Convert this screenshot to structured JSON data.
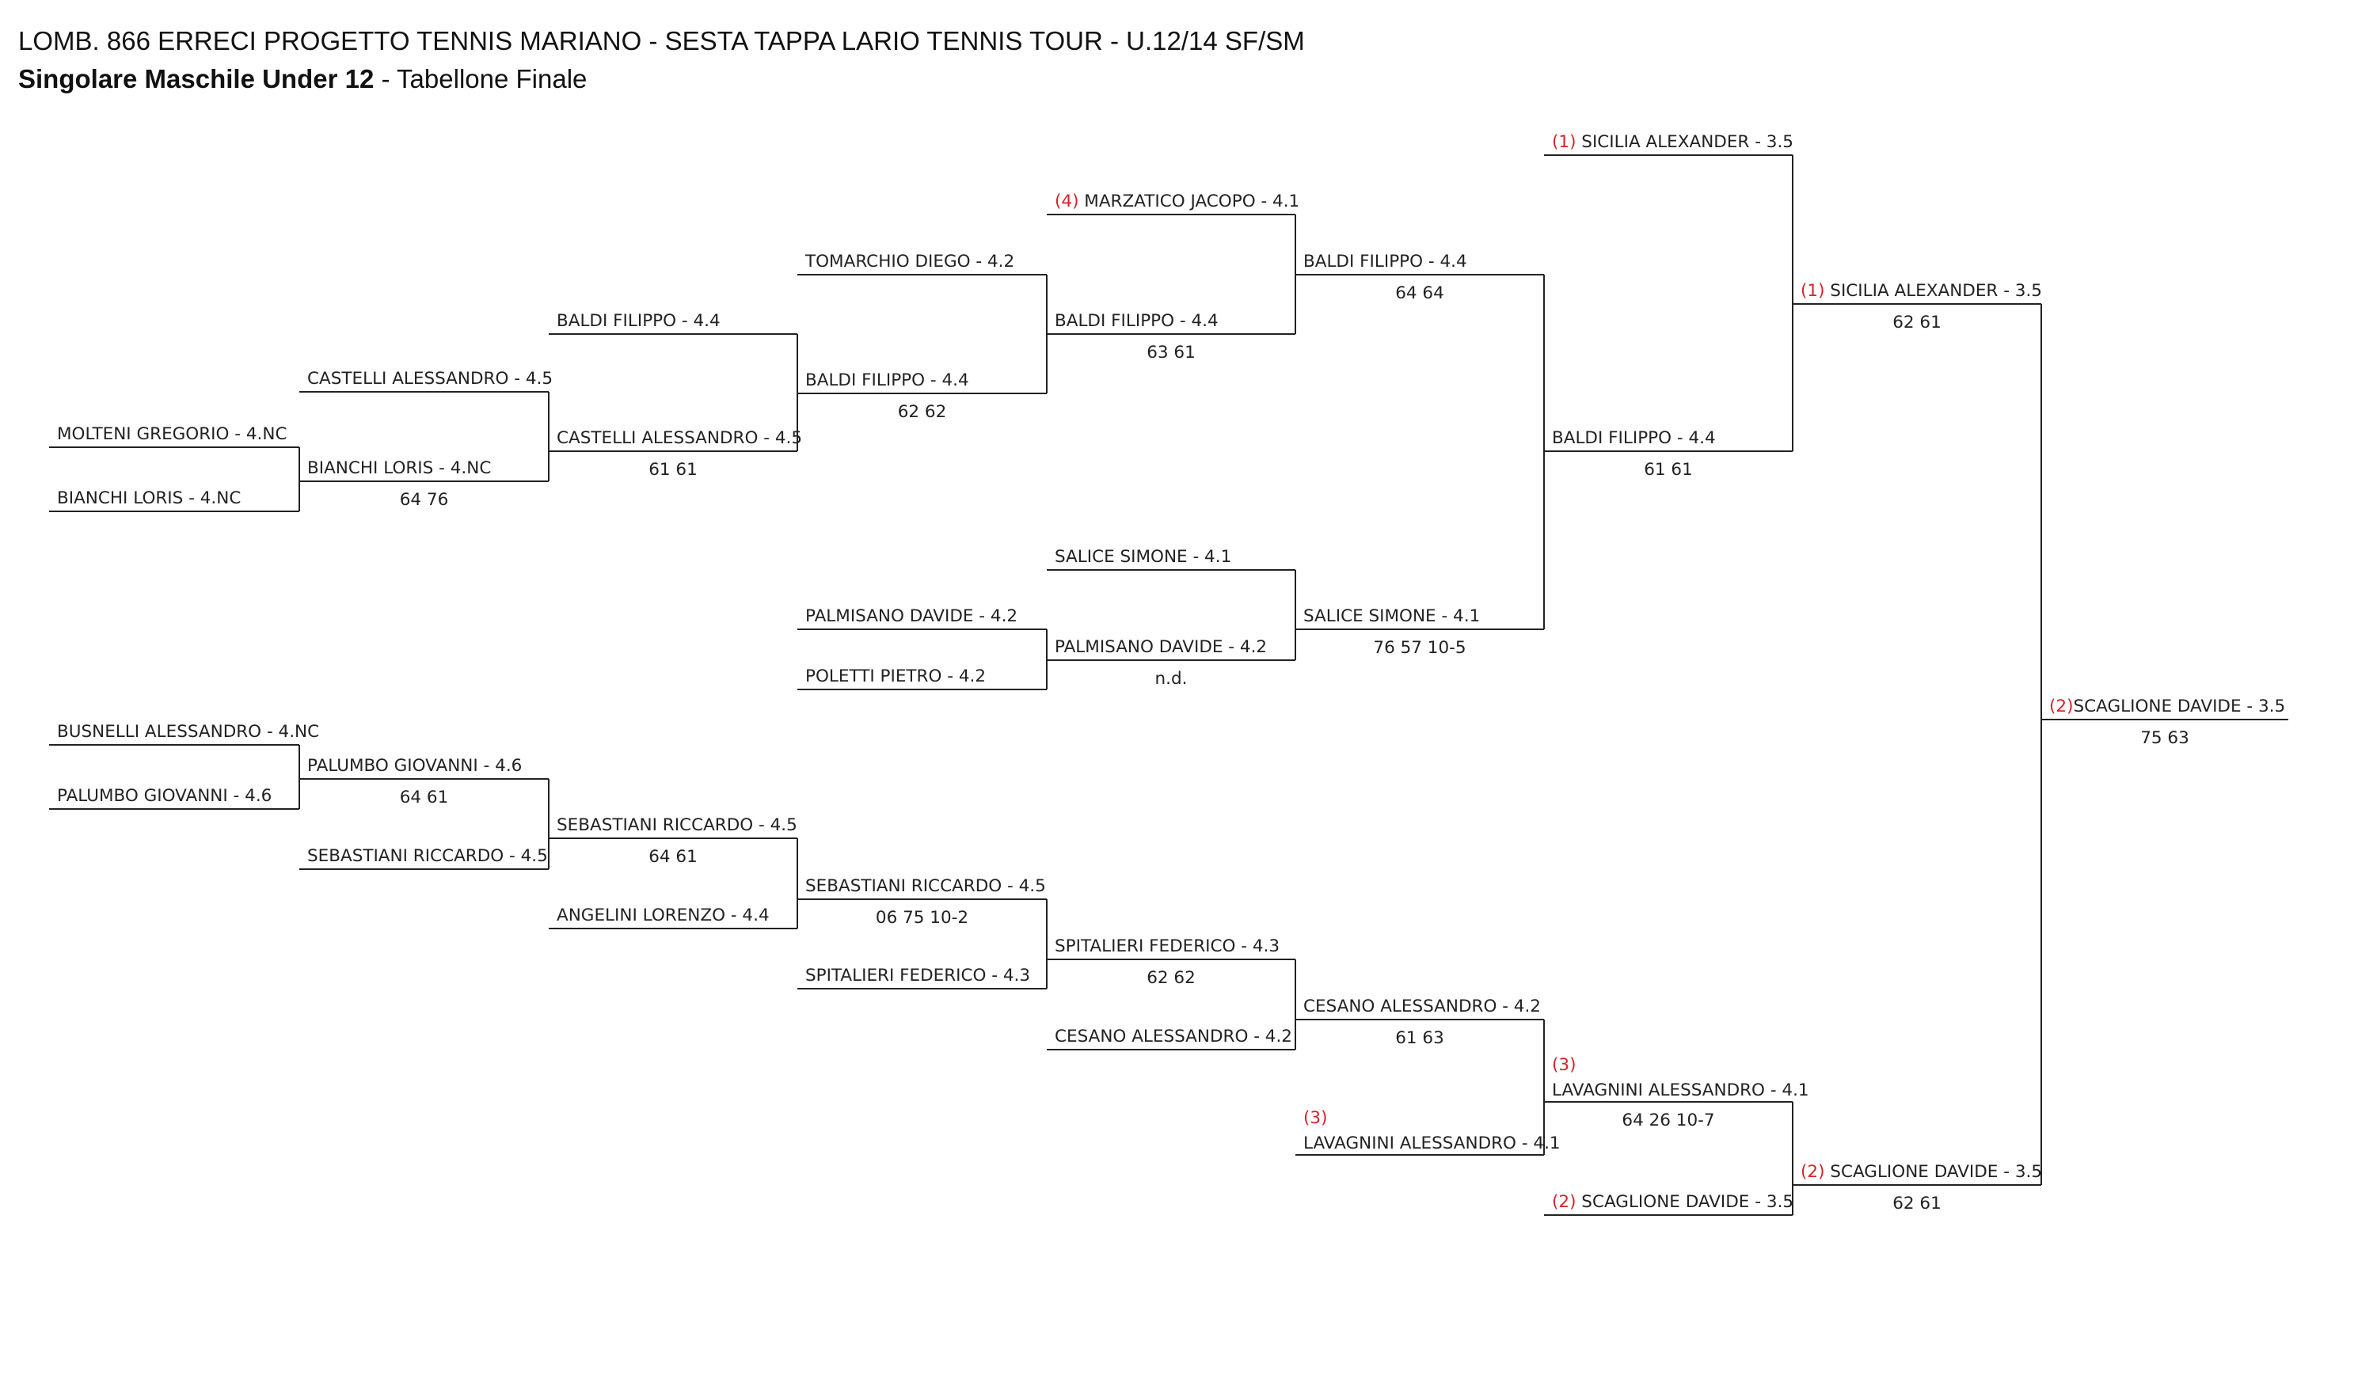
{
  "header": {
    "title": "LOMB. 866 ERRECI PROGETTO TENNIS MARIANO - SESTA TAPPA LARIO TENNIS TOUR - U.12/14 SF/SM",
    "event_bold": "Singolare Maschile Under 12",
    "event_rest": " - Tabellone Finale"
  },
  "colors": {
    "seed": "#d2252b",
    "text": "#222222",
    "line": "#222222"
  },
  "slots": [
    {
      "id": "r7a",
      "name": "MOLTENI GREGORIO - 4.NC"
    },
    {
      "id": "r7b",
      "name": "BIANCHI LORIS - 4.NC"
    },
    {
      "id": "r7c",
      "name": "BUSNELLI ALESSANDRO - 4.NC"
    },
    {
      "id": "r7d",
      "name": "PALUMBO GIOVANNI - 4.6"
    },
    {
      "id": "r6a",
      "name": "CASTELLI ALESSANDRO - 4.5"
    },
    {
      "id": "r6b",
      "name": "BIANCHI LORIS - 4.NC",
      "score": "64 76"
    },
    {
      "id": "r6c",
      "name": "PALUMBO GIOVANNI - 4.6",
      "score": "64 61"
    },
    {
      "id": "r6d",
      "name": "SEBASTIANI RICCARDO - 4.5"
    },
    {
      "id": "r5a",
      "name": "BALDI FILIPPO - 4.4"
    },
    {
      "id": "r5b",
      "name": "CASTELLI ALESSANDRO - 4.5",
      "score": "61 61"
    },
    {
      "id": "r5c",
      "name": "SEBASTIANI RICCARDO - 4.5",
      "score": "64 61"
    },
    {
      "id": "r5d",
      "name": "ANGELINI LORENZO - 4.4"
    },
    {
      "id": "r4a",
      "name": "TOMARCHIO DIEGO - 4.2"
    },
    {
      "id": "r4b",
      "name": "BALDI FILIPPO - 4.4",
      "score": "62 62"
    },
    {
      "id": "r4c",
      "name": "PALMISANO DAVIDE - 4.2"
    },
    {
      "id": "r4d",
      "name": "POLETTI PIETRO - 4.2"
    },
    {
      "id": "r4e",
      "name": "SEBASTIANI RICCARDO - 4.5",
      "score": "06 75 10-2"
    },
    {
      "id": "r4f",
      "name": "SPITALIERI FEDERICO - 4.3"
    },
    {
      "id": "r3a",
      "seed": "(4)",
      "name": "MARZATICO JACOPO - 4.1"
    },
    {
      "id": "r3b",
      "name": "BALDI FILIPPO - 4.4",
      "score": "63 61"
    },
    {
      "id": "r3c",
      "name": "SALICE SIMONE - 4.1"
    },
    {
      "id": "r3d",
      "name": "PALMISANO DAVIDE - 4.2",
      "score": "n.d."
    },
    {
      "id": "r3e",
      "name": "SPITALIERI FEDERICO - 4.3",
      "score": "62 62"
    },
    {
      "id": "r3f",
      "name": "CESANO ALESSANDRO - 4.2"
    },
    {
      "id": "r2a",
      "name": "BALDI FILIPPO - 4.4",
      "score": "64 64"
    },
    {
      "id": "r2b",
      "name": "SALICE SIMONE - 4.1",
      "score": "76 57 10-5"
    },
    {
      "id": "r2c",
      "name": "CESANO ALESSANDRO - 4.2",
      "score": "61 63"
    },
    {
      "id": "r2d",
      "seed": "(3)",
      "name": "LAVAGNINI ALESSANDRO - 4.1"
    },
    {
      "id": "r1a",
      "seed": "(1)",
      "name": "SICILIA ALEXANDER - 3.5"
    },
    {
      "id": "r1b",
      "name": "BALDI FILIPPO - 4.4",
      "score": "61 61"
    },
    {
      "id": "r1c",
      "seed": "(3)",
      "name": "LAVAGNINI ALESSANDRO - 4.1",
      "score": "64 26 10-7"
    },
    {
      "id": "r1d",
      "seed": "(2)",
      "name": "SCAGLIONE DAVIDE - 3.5"
    },
    {
      "id": "sfa",
      "seed": "(1)",
      "name": "SICILIA ALEXANDER - 3.5",
      "score": "62 61"
    },
    {
      "id": "sfb",
      "seed": "(2)",
      "name": "SCAGLIONE DAVIDE - 3.5",
      "score": "62 61"
    },
    {
      "id": "win",
      "seed": "(2)",
      "name": "SCAGLIONE DAVIDE - 3.5",
      "score": "75 63"
    }
  ]
}
